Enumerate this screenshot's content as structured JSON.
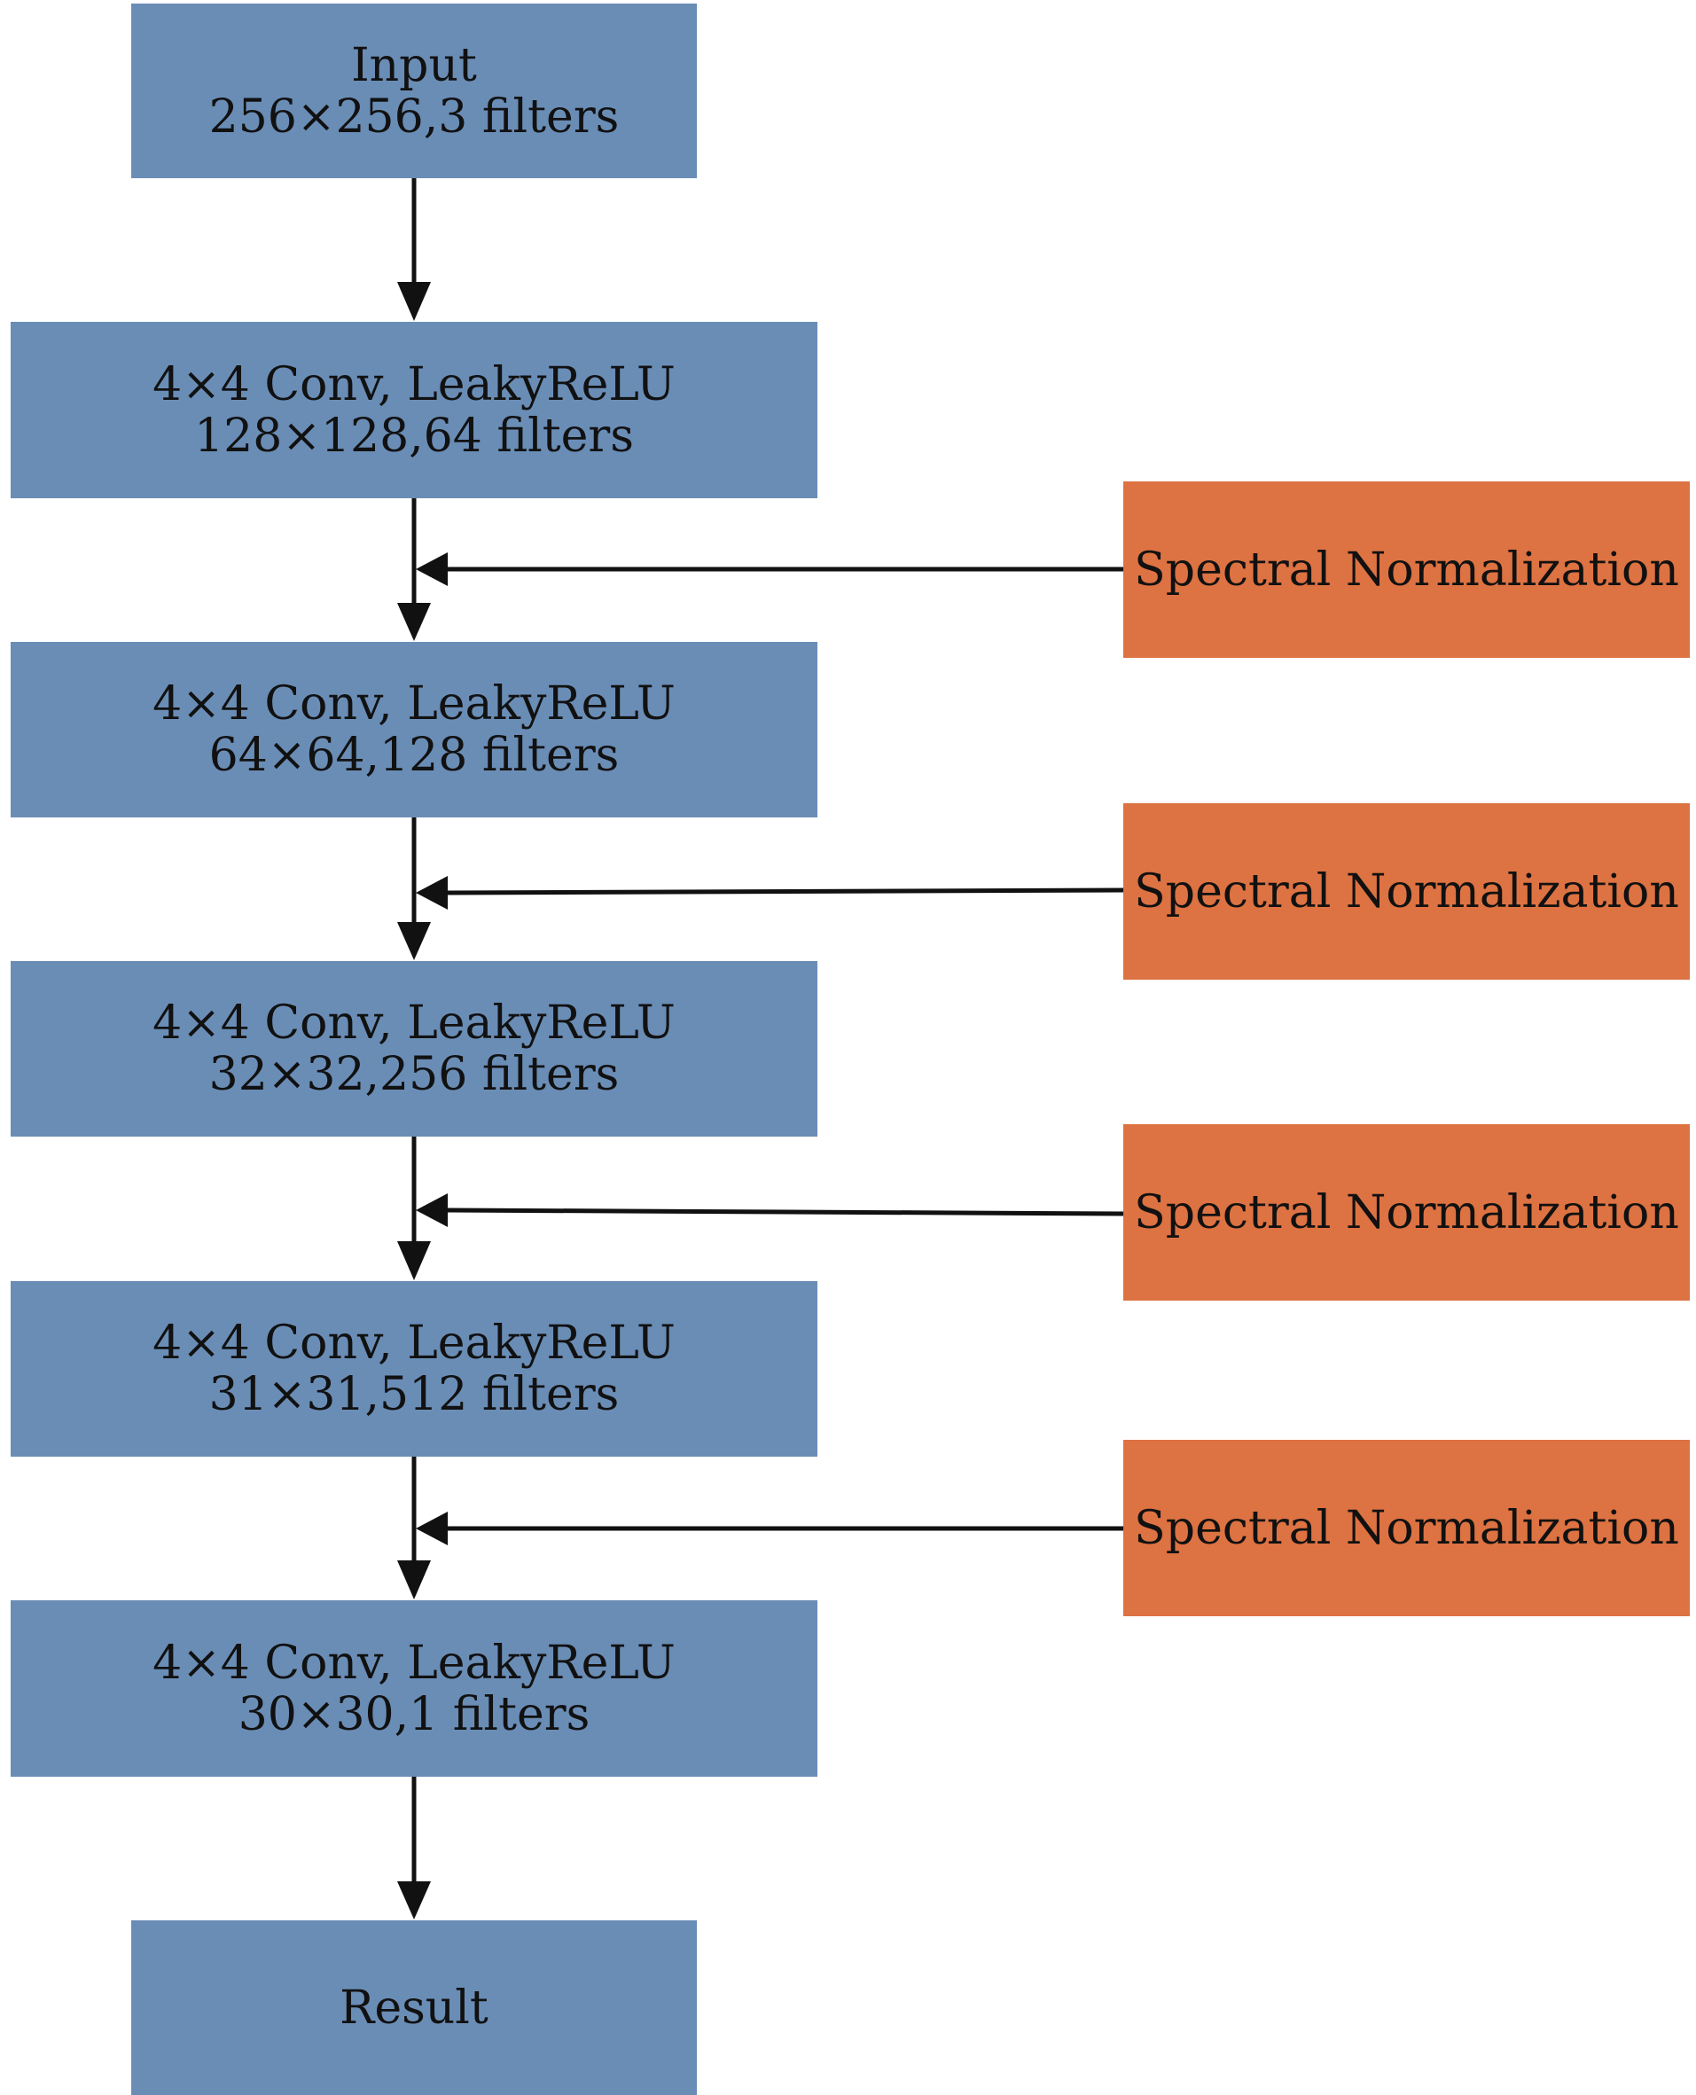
{
  "colors": {
    "layer_box": "#6a8db6",
    "normalization_box": "#dd7242",
    "arrow": "#111111"
  },
  "layers": [
    {
      "line1": "Input",
      "line2": "256×256,3 filters"
    },
    {
      "line1": "4×4 Conv, LeakyReLU",
      "line2": "128×128,64 filters"
    },
    {
      "line1": "4×4 Conv, LeakyReLU",
      "line2": "64×64,128 filters"
    },
    {
      "line1": "4×4 Conv, LeakyReLU",
      "line2": "32×32,256 filters"
    },
    {
      "line1": "4×4 Conv, LeakyReLU",
      "line2": "31×31,512 filters"
    },
    {
      "line1": "4×4 Conv, LeakyReLU",
      "line2": "30×30,1 filters"
    },
    {
      "line1": "Result"
    }
  ],
  "normalizations": [
    {
      "label": "Spectral Normalization"
    },
    {
      "label": "Spectral Normalization"
    },
    {
      "label": "Spectral Normalization"
    },
    {
      "label": "Spectral Normalization"
    }
  ]
}
